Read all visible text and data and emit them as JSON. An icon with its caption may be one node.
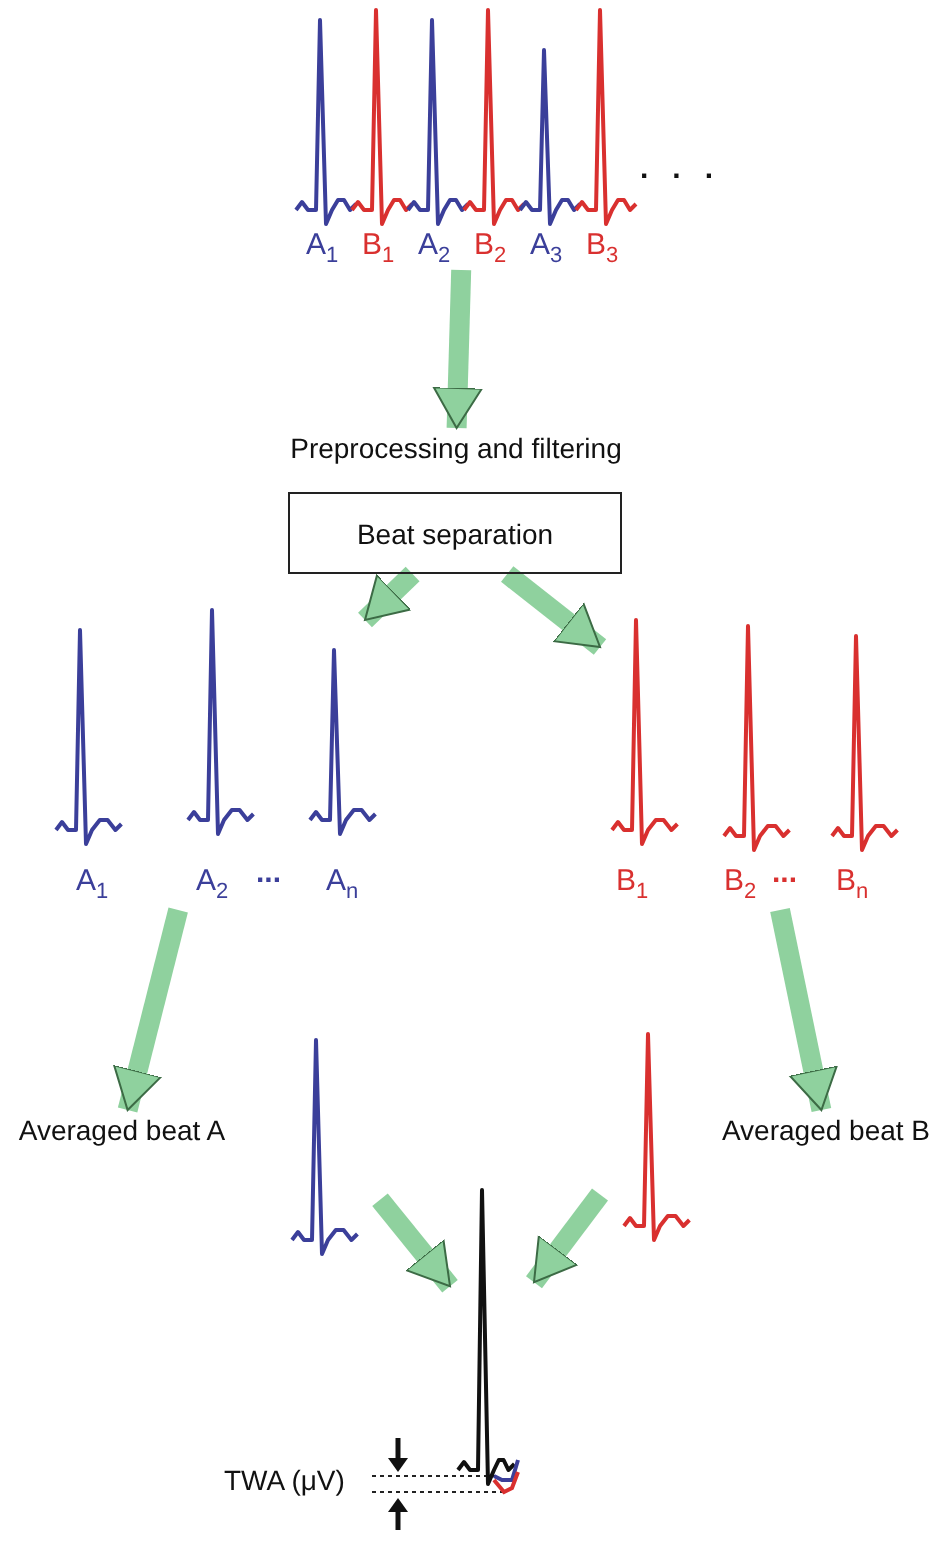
{
  "diagram": {
    "nodes": [
      {
        "text": [],
        "shape": "picture",
        "beside": [
          "A$_{1}$",
          "B$_{1}$",
          "A$_{2}$",
          "B$_{2}$",
          "A$_{3}$",
          "B$_{3}$"
        ]
      },
      {
        "text": [
          "Preprocessing and filtering"
        ]
      },
      {
        "text": [
          "Beat separation"
        ]
      },
      {
        "text": [],
        "shape": "picture",
        "beside": [
          "A$_{1}$",
          "A$_{2}$",
          "...",
          "A$_{n}$"
        ]
      },
      {
        "text": [],
        "shape": "picture",
        "beside": [
          "B$_{1}$",
          "B$_{2}$",
          "...",
          "B$_{n}$"
        ]
      },
      {
        "text": [
          "Averaged beat A"
        ]
      },
      {
        "text": [],
        "shape": "picture"
      },
      {
        "text": [],
        "shape": "picture"
      },
      {
        "text": [
          "Averaged beat B"
        ]
      },
      {
        "text": [],
        "shape": "picture"
      }
    ],
    "edges": [
      {
        "from": 0,
        "to": 1,
        "arrow": "to"
      },
      {
        "from": 2,
        "to": 3,
        "arrow": "to"
      },
      {
        "from": 2,
        "to": 4,
        "arrow": "to"
      },
      {
        "from": 3,
        "to": 5,
        "arrow": "to"
      },
      {
        "from": 4,
        "to": 8,
        "arrow": "to"
      },
      {
        "from": 6,
        "to": 9,
        "arrow": "to"
      },
      {
        "from": 7,
        "to": 9,
        "arrow": "to"
      }
    ],
    "labels": [
      "...",
      "TWA (μV)"
    ]
  }
}
